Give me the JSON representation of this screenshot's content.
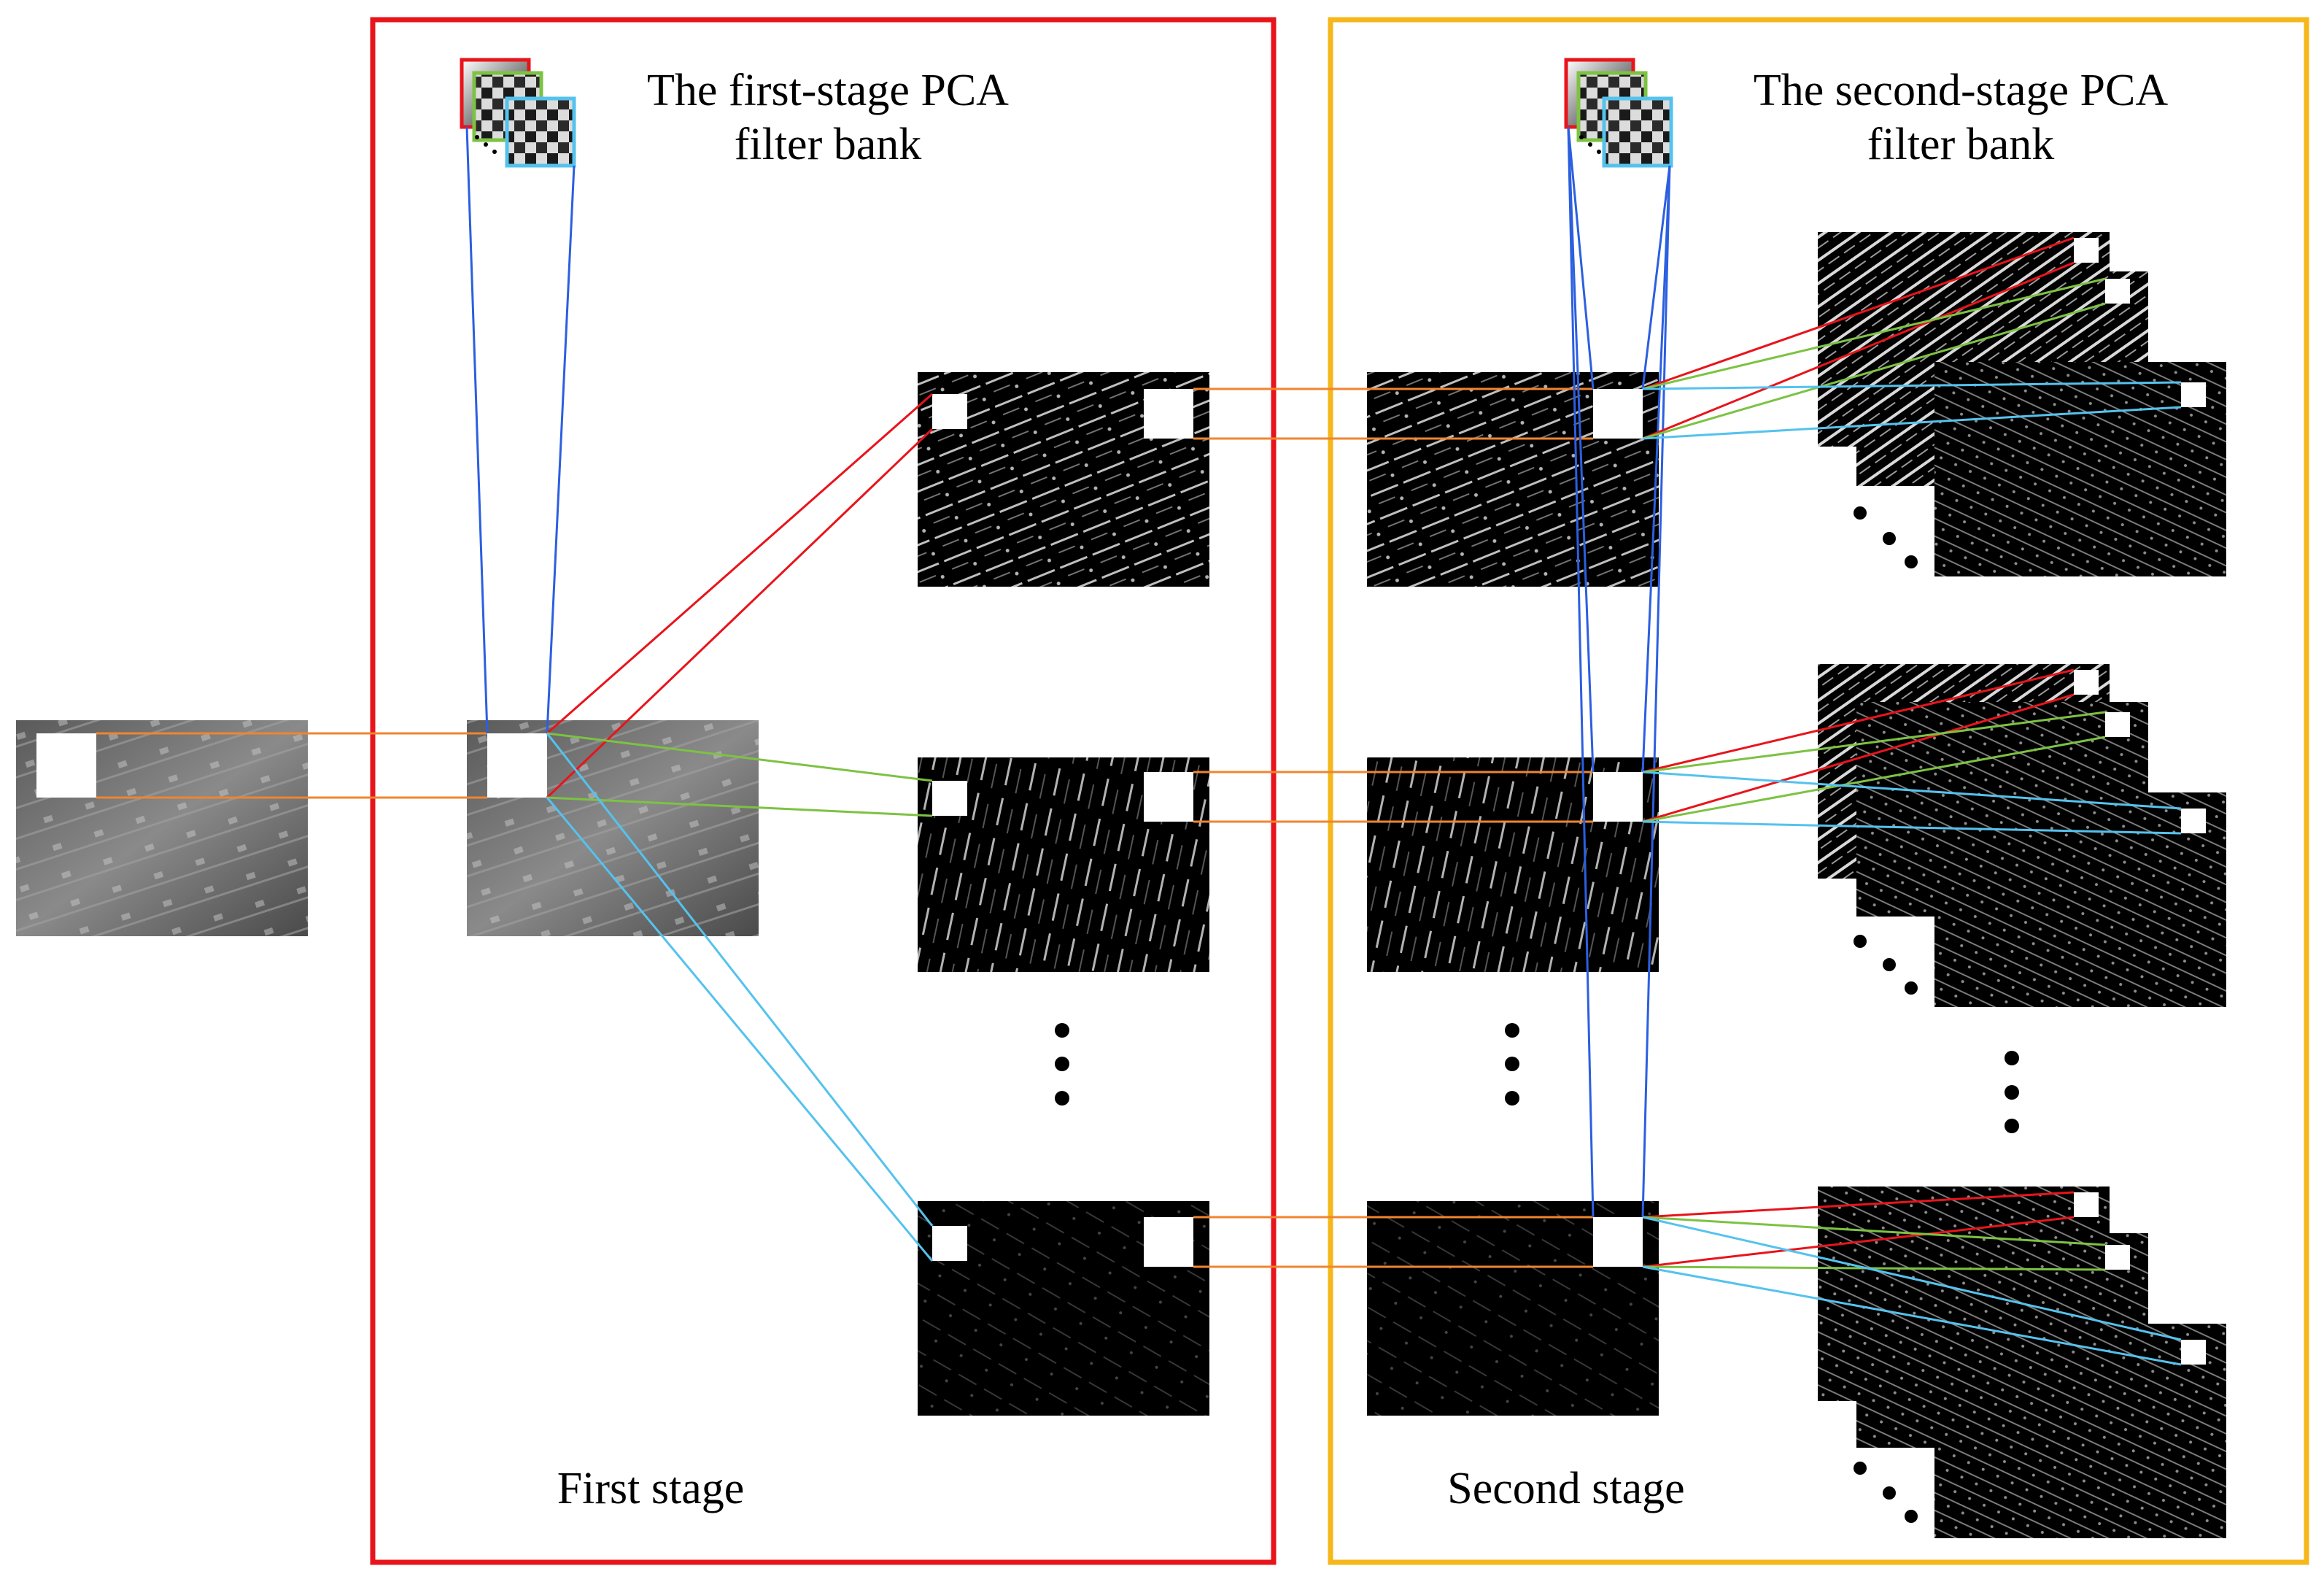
{
  "first_stage": {
    "filter_bank_title_line1": "The first-stage PCA",
    "filter_bank_title_line2": "filter bank",
    "stage_label": "First stage"
  },
  "second_stage": {
    "filter_bank_title_line1": "The second-stage PCA",
    "filter_bank_title_line2": "filter bank",
    "stage_label": "Second stage"
  },
  "colors": {
    "first_stage_frame": "#e8141b",
    "second_stage_frame": "#f5b71a",
    "filter_red": "#e8141b",
    "filter_green": "#7dc243",
    "filter_cyan": "#55c2ee",
    "filter_bank_link": "#2c5fe0",
    "patch_link": "#f0852f"
  },
  "icons": {
    "input_image": "grayscale-street-image",
    "feature_map": "filtered-feature-map",
    "filter": "pca-filter-kernel",
    "ellipsis": "vertical-dots"
  }
}
